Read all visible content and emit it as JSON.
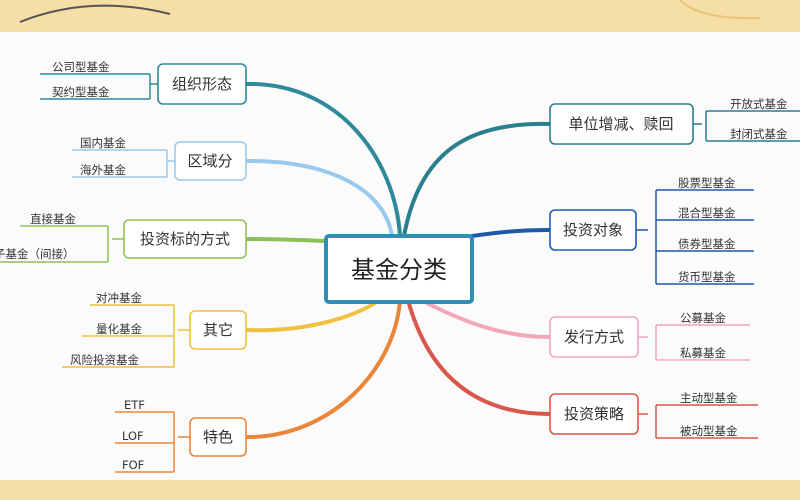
{
  "center": {
    "label": "基金分类"
  },
  "branches": {
    "org_form": {
      "label": "组织形态",
      "color": "#2e8a9a",
      "leaves": [
        "公司型基金",
        "契约型基金"
      ]
    },
    "region": {
      "label": "区域分",
      "color": "#9ac9ee",
      "leaves": [
        "国内基金",
        "海外基金"
      ]
    },
    "invest_method": {
      "label": "投资标的方式",
      "color": "#8cc15a",
      "leaves": [
        "直接基金",
        "子基金（间接）"
      ]
    },
    "other": {
      "label": "其它",
      "color": "#f0c040",
      "leaves": [
        "对冲基金",
        "量化基金",
        "风险投资基金"
      ]
    },
    "feature": {
      "label": "特色",
      "color": "#e9863a",
      "leaves": [
        "ETF",
        "LOF",
        "FOF"
      ]
    },
    "unit_change": {
      "label": "单位增减、赎回",
      "color": "#2a7f8f",
      "leaves": [
        "开放式基金",
        "封闭式基金"
      ]
    },
    "invest_target": {
      "label": "投资对象",
      "color": "#1e5aa8",
      "leaves": [
        "股票型基金",
        "混合型基金",
        "债券型基金",
        "货币型基金"
      ]
    },
    "issue_method": {
      "label": "发行方式",
      "color": "#f2a8b8",
      "leaves": [
        "公募基金",
        "私募基金"
      ]
    },
    "invest_strategy": {
      "label": "投资策略",
      "color": "#d9574a",
      "leaves": [
        "主动型基金",
        "被动型基金"
      ]
    }
  }
}
